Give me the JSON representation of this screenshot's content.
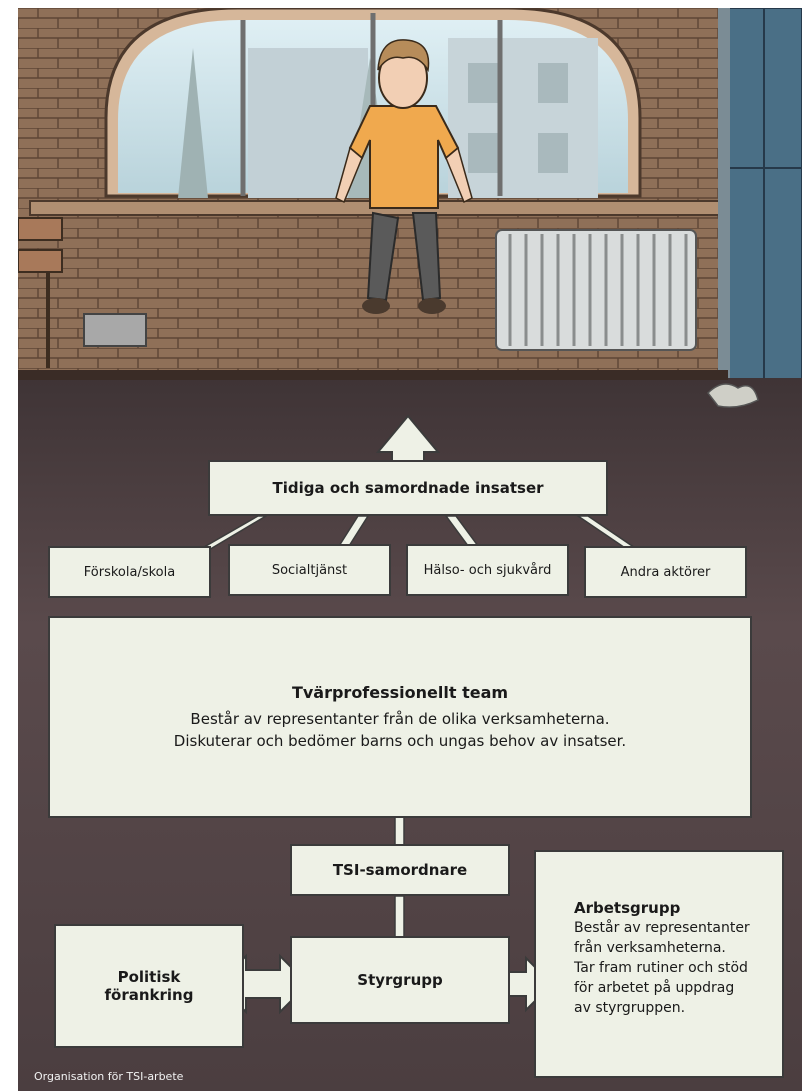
{
  "diagram": {
    "top_box": "Tidiga och samordnade insatser",
    "branches": [
      "Förskola/skola",
      "Socialtjänst",
      "Hälso- och sjukvård",
      "Andra aktörer"
    ],
    "team": {
      "title": "Tvärprofessionellt team",
      "lines": [
        "Består av representanter från de olika verksamheterna.",
        "Diskuterar och bedömer barns och ungas behov av insatser."
      ]
    },
    "coordinator": "TSI-samordnare",
    "political": [
      "Politisk",
      "förankring"
    ],
    "steering": "Styrgrupp",
    "workgroup": {
      "title": "Arbetsgrupp",
      "lines": [
        "Består av representanter",
        "från verksamheterna.",
        "Tar fram rutiner och stöd",
        "för arbetet på uppdrag",
        "av styrgruppen."
      ]
    }
  },
  "caption": "Organisation för TSI-arbete",
  "colors": {
    "box_fill": "#eef1e6",
    "outline": "#3b3b3b",
    "floor": "#5b4b4d",
    "brick": "#8a6d55",
    "sky": "#cfe3ea",
    "shirt": "#f0a94e",
    "pants": "#555555"
  }
}
